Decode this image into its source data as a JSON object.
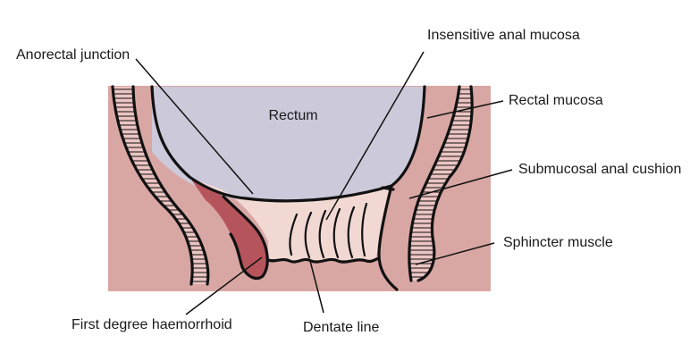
{
  "diagram": {
    "labels": {
      "anorectal_junction": "Anorectal junction",
      "insensitive_anal_mucosa": "Insensitive anal mucosa",
      "rectum": "Rectum",
      "rectal_mucosa": "Rectal mucosa",
      "submucosal_anal_cushion": "Submucosal anal cushion",
      "sphincter_muscle": "Sphincter muscle",
      "first_degree_haemorrhoid": "First degree haemorrhoid",
      "dentate_line": "Dentate line"
    },
    "colors": {
      "tissue": "#d9a7a3",
      "rectum": "#ccc9da",
      "anal_mucosa": "#f2d8d3",
      "haemorrhoid": "#b6545c",
      "muscle": "#ecc5c2",
      "outline": "#111111"
    }
  }
}
